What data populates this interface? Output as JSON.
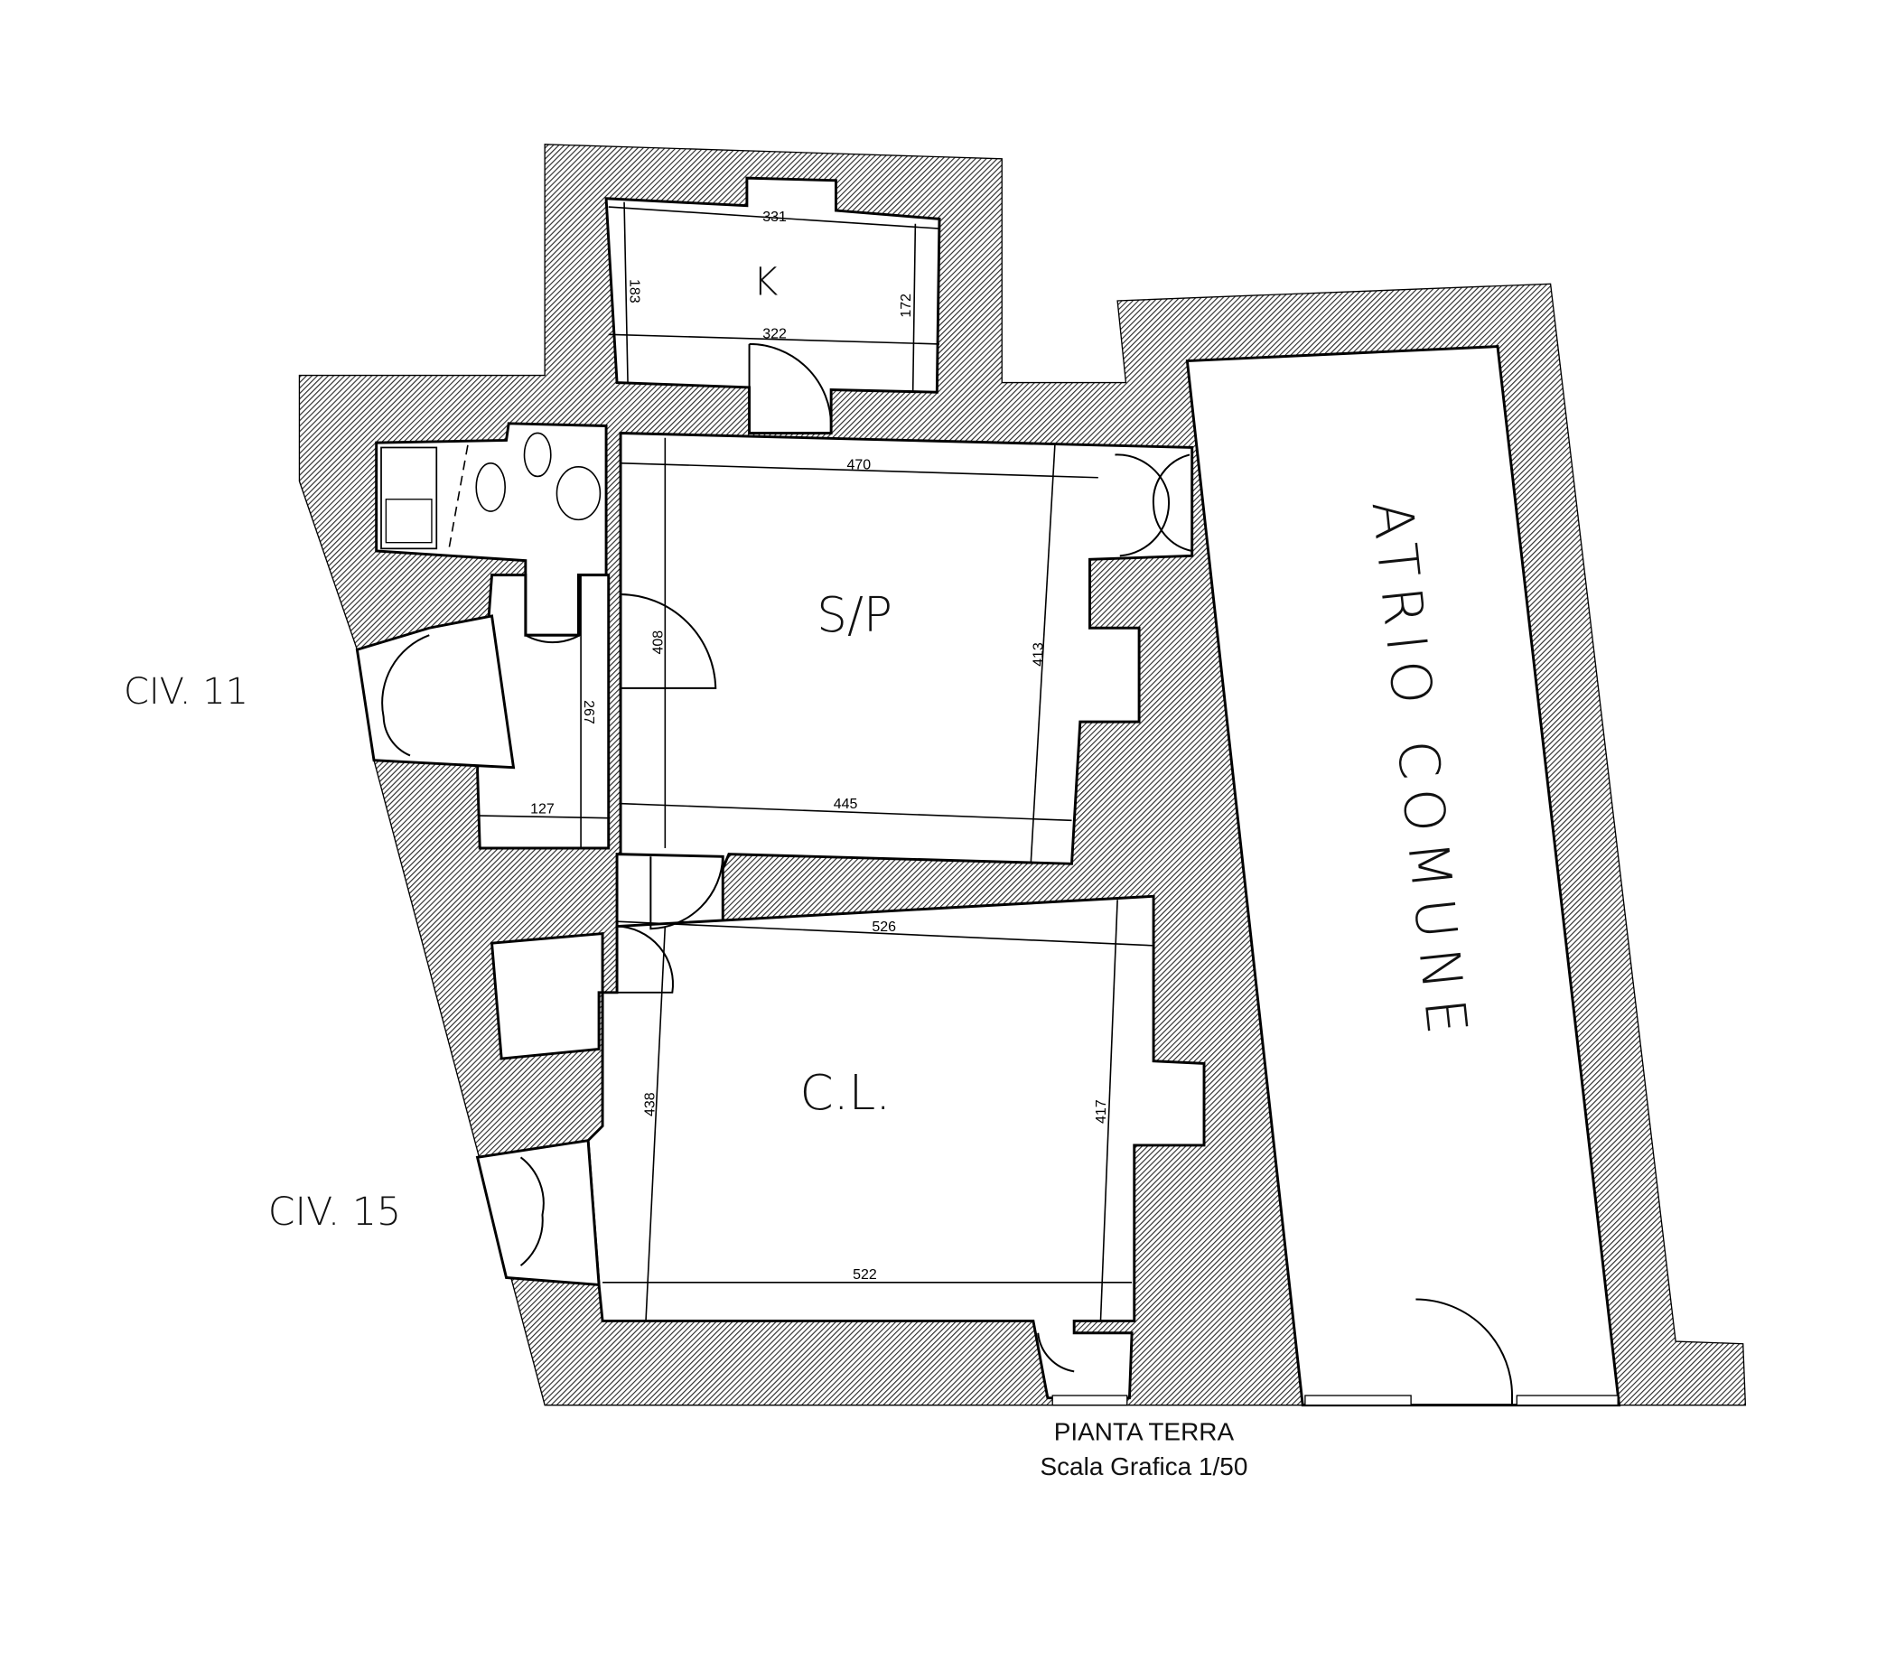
{
  "title": "PIANTA TERRA",
  "scale": "Scala Grafica 1/50",
  "rooms": {
    "kitchen": "K",
    "living": "S/P",
    "bedroom": "C.L.",
    "atrium": "ATRIO COMUNE"
  },
  "entrances": {
    "civ11": "CIV. 11",
    "civ15": "CIV. 15"
  },
  "dimensions": {
    "k_top": "331",
    "k_bottom": "322",
    "k_left": "183",
    "k_right": "172",
    "sp_top": "470",
    "sp_left": "408",
    "sp_right": "413",
    "sp_bottom": "445",
    "corr_height": "267",
    "corr_width": "127",
    "cl_top": "526",
    "cl_left": "438",
    "cl_right": "417",
    "cl_bottom": "522"
  },
  "colors": {
    "wall": "#333333",
    "line": "#000000"
  }
}
